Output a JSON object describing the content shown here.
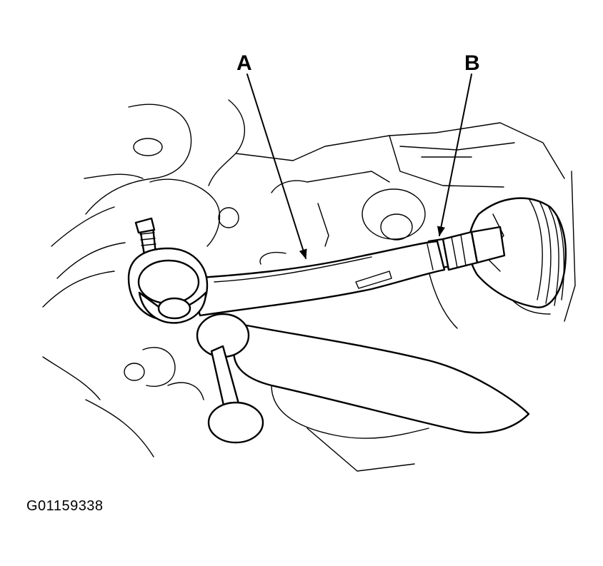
{
  "callouts": {
    "a": "A",
    "b": "B"
  },
  "figure_id": "G01159338"
}
